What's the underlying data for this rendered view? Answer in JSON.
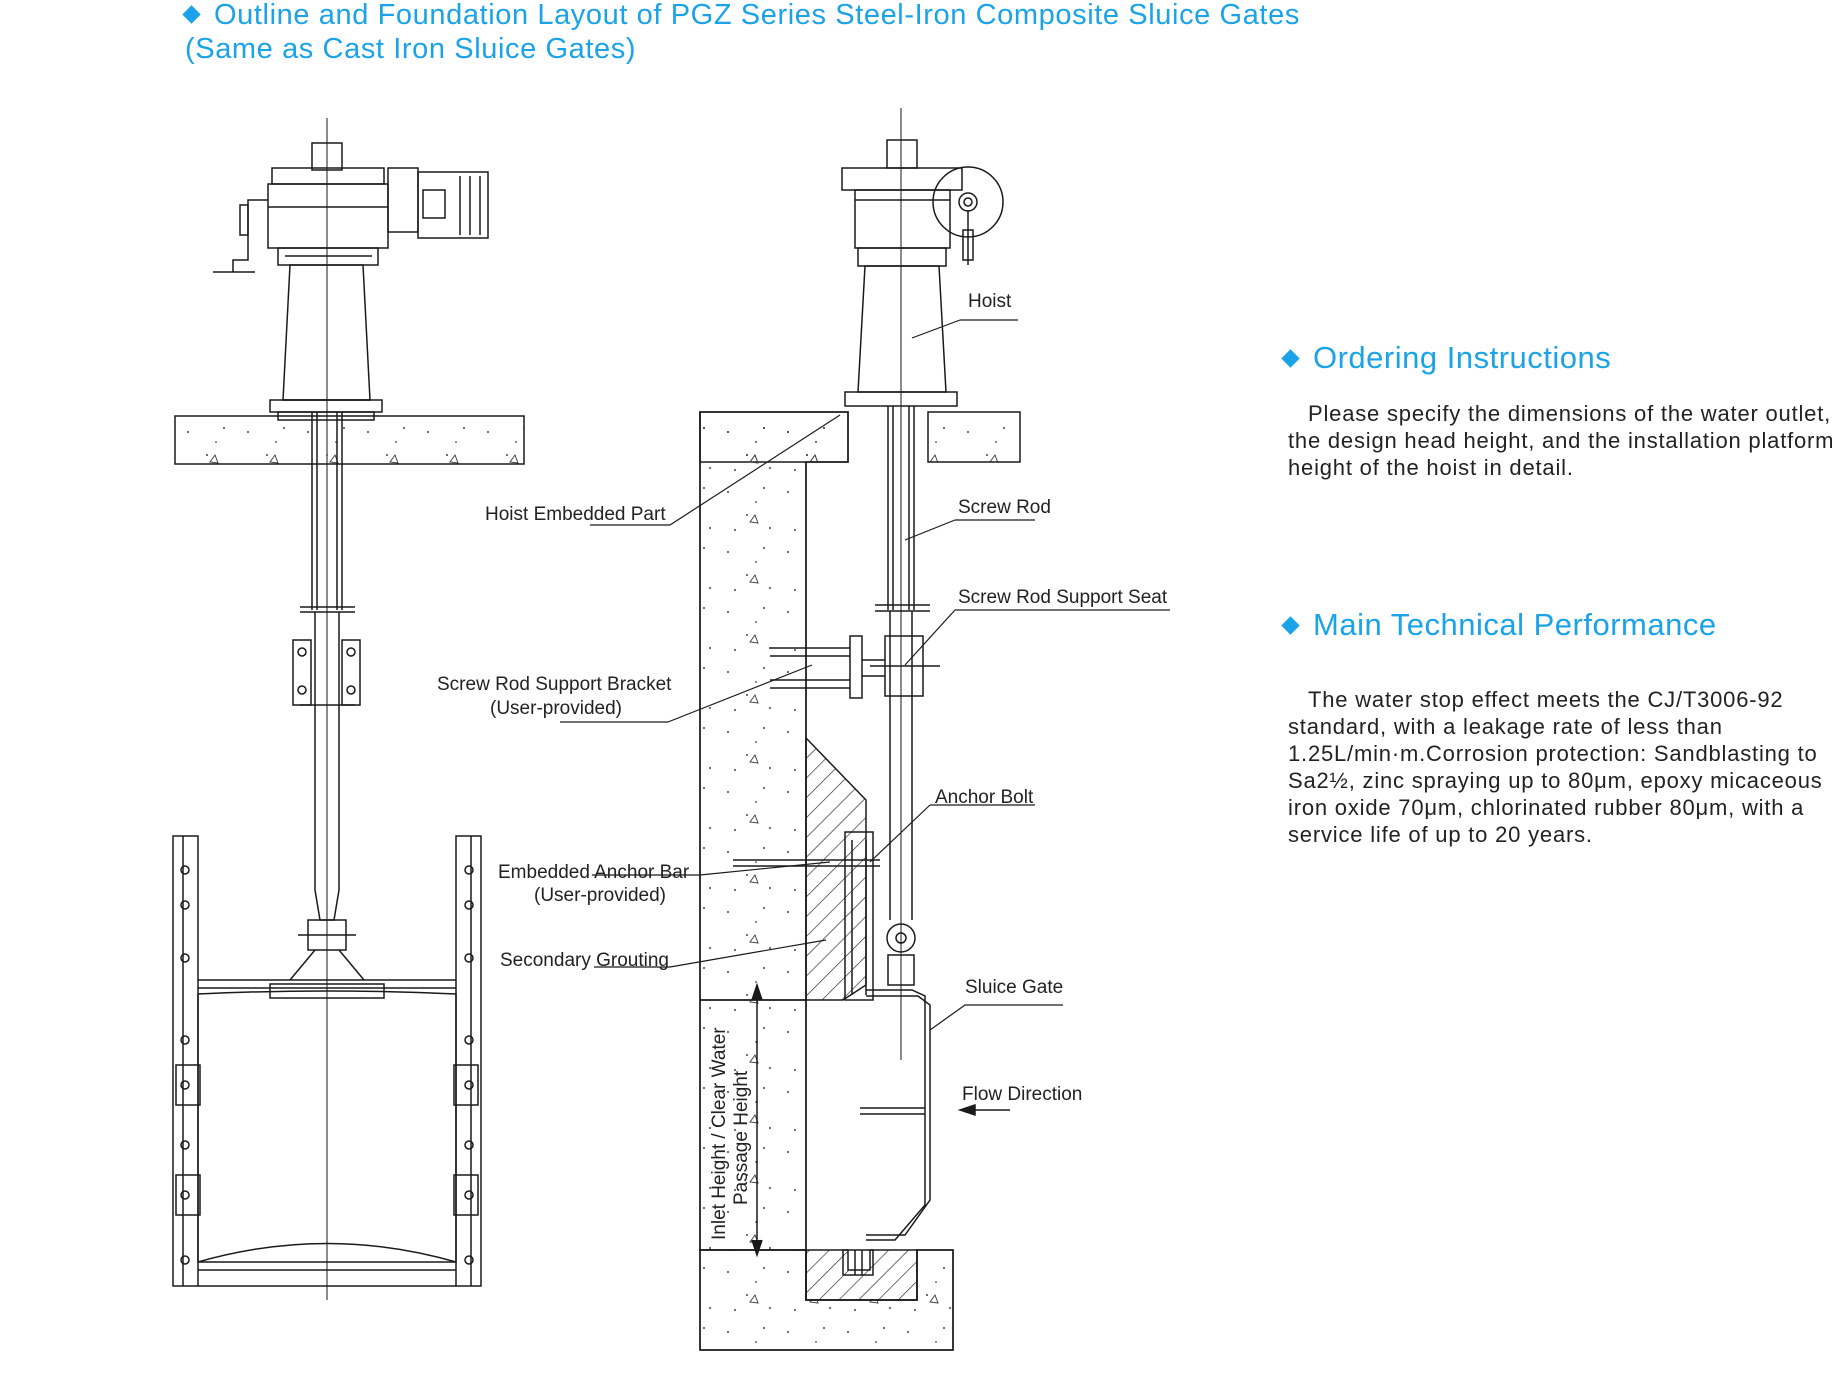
{
  "title": {
    "line1": "Outline and Foundation Layout of PGZ Series Steel-Iron Composite Sluice Gates",
    "line2": "(Same as Cast Iron Sluice Gates)"
  },
  "ordering": {
    "heading": "Ordering Instructions",
    "body": "Please specify the dimensions of the water outlet, the design head height, and the installation platform height of the hoist in detail."
  },
  "performance": {
    "heading": "Main Technical Performance",
    "body": "The water stop effect meets the CJ/T3006-92 standard, with a leakage rate of less than 1.25L/min·m.Corrosion protection: Sandblasting to Sa2½, zinc spraying up to 80μm, epoxy micaceous iron oxide 70μm, chlorinated rubber 80μm, with a service life of up to 20 years."
  },
  "labels": {
    "hoist": "Hoist",
    "hoist_embedded": "Hoist Embedded Part",
    "screw_rod": "Screw Rod",
    "screw_rod_seat": "Screw Rod Support Seat",
    "bracket_line1": "Screw Rod Support Bracket",
    "bracket_line2": "(User-provided)",
    "anchor_bolt": "Anchor Bolt",
    "anchor_bar_line1": "Embedded Anchor Bar",
    "anchor_bar_line2": "(User-provided)",
    "secondary_grouting": "Secondary Grouting",
    "sluice_gate": "Sluice Gate",
    "flow_direction": "Flow Direction",
    "inlet_line1": "Inlet Height / Clear Water",
    "inlet_line2": "Passage Height"
  },
  "colors": {
    "accent": "#1aa3e8",
    "line": "#1a1a1a"
  }
}
